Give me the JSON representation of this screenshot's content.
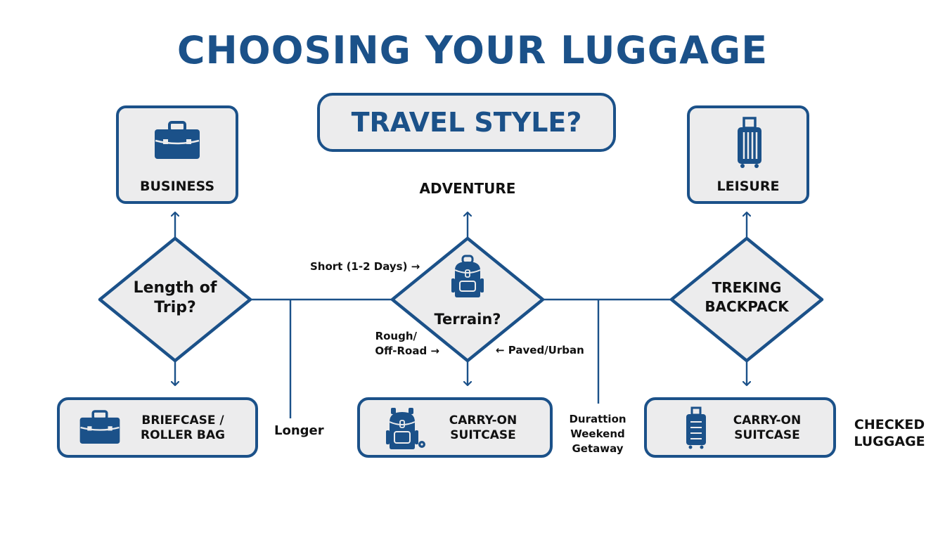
{
  "title": "CHOOSING YOUR LUGGAGE",
  "root_question": "TRAVEL STYLE?",
  "categories": {
    "business": {
      "label": "BUSINESS",
      "icon": "briefcase-icon"
    },
    "adventure": {
      "label": "ADVENTURE"
    },
    "leisure": {
      "label": "LEISURE",
      "icon": "suitcase-icon"
    }
  },
  "decisions": {
    "length": {
      "line1": "Length of",
      "line2": "Trip?"
    },
    "terrain": {
      "label": "Terrain?",
      "icon": "backpack-icon"
    },
    "trekking": {
      "line1": "TREKING",
      "line2": "BACKPACK"
    }
  },
  "edge_labels": {
    "short": "Short (1-2 Days) →",
    "rough_line1": "Rough/",
    "rough_line2": "Off-Road →",
    "paved": "← Paved/Urban",
    "longer": "Longer",
    "duration_line1": "Durattion",
    "duration_line2": "Weekend",
    "duration_line3": "Getaway"
  },
  "results": {
    "briefcase": {
      "line1": "BRIEFCASE /",
      "line2": "ROLLER BAG",
      "icon": "briefcase-icon"
    },
    "carryon_backpack": {
      "line1": "CARRY-ON",
      "line2": "SUITCASE",
      "icon": "backpack-icon"
    },
    "carryon_suitcase": {
      "line1": "CARRY-ON",
      "line2": "SUITCASE",
      "icon": "suitcase-icon"
    },
    "checked": {
      "line1": "CHECKED",
      "line2": "LUGGAGE"
    }
  },
  "colors": {
    "primary": "#1b5189",
    "box_fill": "#ececed",
    "text": "#111111",
    "background": "#ffffff"
  }
}
